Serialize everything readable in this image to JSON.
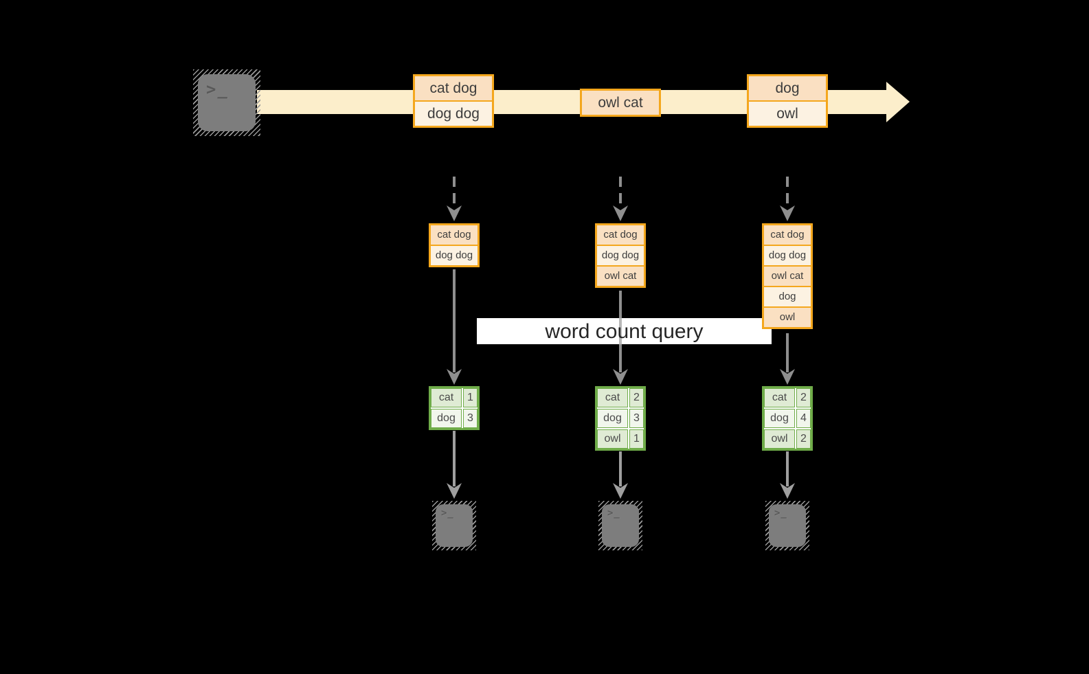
{
  "query": {
    "label": "word count query"
  },
  "stream": {
    "source": {
      "icon": "terminal-icon",
      "glyph": ">_"
    },
    "batches": [
      {
        "records": [
          "cat dog",
          "dog dog"
        ]
      },
      {
        "records": [
          "owl cat"
        ]
      },
      {
        "records": [
          "dog",
          "owl"
        ]
      }
    ]
  },
  "micro_batches": [
    {
      "input_state": [
        "cat dog",
        "dog dog"
      ],
      "result": {
        "rows": [
          {
            "word": "cat",
            "count": "1"
          },
          {
            "word": "dog",
            "count": "3"
          }
        ]
      },
      "sink": {
        "icon": "terminal-icon",
        "glyph": ">_"
      }
    },
    {
      "input_state": [
        "cat dog",
        "dog dog",
        "owl cat"
      ],
      "result": {
        "rows": [
          {
            "word": "cat",
            "count": "2"
          },
          {
            "word": "dog",
            "count": "3"
          },
          {
            "word": "owl",
            "count": "1"
          }
        ]
      },
      "sink": {
        "icon": "terminal-icon",
        "glyph": ">_"
      }
    },
    {
      "input_state": [
        "cat dog",
        "dog dog",
        "owl cat",
        "dog",
        "owl"
      ],
      "result": {
        "rows": [
          {
            "word": "cat",
            "count": "2"
          },
          {
            "word": "dog",
            "count": "4"
          },
          {
            "word": "owl",
            "count": "2"
          }
        ]
      },
      "sink": {
        "icon": "terminal-icon",
        "glyph": ">_"
      }
    }
  ],
  "colors": {
    "background": "#000000",
    "stream_fill": "#fceecb",
    "box_border": "#f4a71d",
    "box_fill_dark": "#fae0c2",
    "box_fill_light": "#fcf2e2",
    "table_border": "#6fac49",
    "table_fill_dark": "#dfebd4",
    "table_fill_light": "#f1f6ec",
    "arrow_gray": "#8f8f8f",
    "arrow_gray_light": "#9f9f9f",
    "terminal_gray": "#7d7d7d",
    "label_background": "#ffffff",
    "text": "#3d3d3d"
  }
}
